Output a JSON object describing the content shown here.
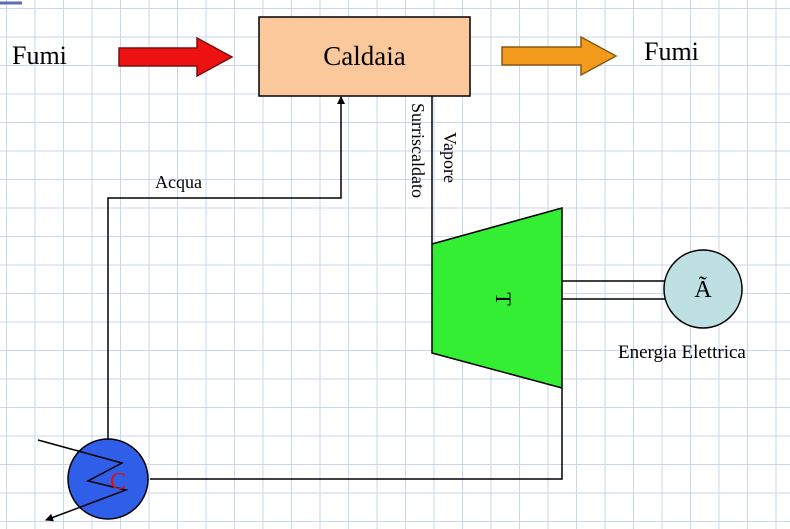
{
  "boiler": {
    "label": "Caldaia"
  },
  "flue_gas": {
    "in_label": "Fumi",
    "out_label": "Fumi"
  },
  "water": {
    "label": "Acqua"
  },
  "steam": {
    "label_line1": "Vapore",
    "label_line2": "Surriscaldato"
  },
  "turbine": {
    "label": "T"
  },
  "generator": {
    "label": "Ã"
  },
  "energy": {
    "label": "Energia Elettrica"
  },
  "condenser": {
    "label": "C"
  },
  "colors": {
    "boiler_fill": "#fac89a",
    "turbine_fill": "#33ee33",
    "generator_fill": "#bfe0e3",
    "condenser_fill": "#2f5fe8",
    "arrow_in": "#ee1111",
    "arrow_out": "#f29a1c"
  }
}
